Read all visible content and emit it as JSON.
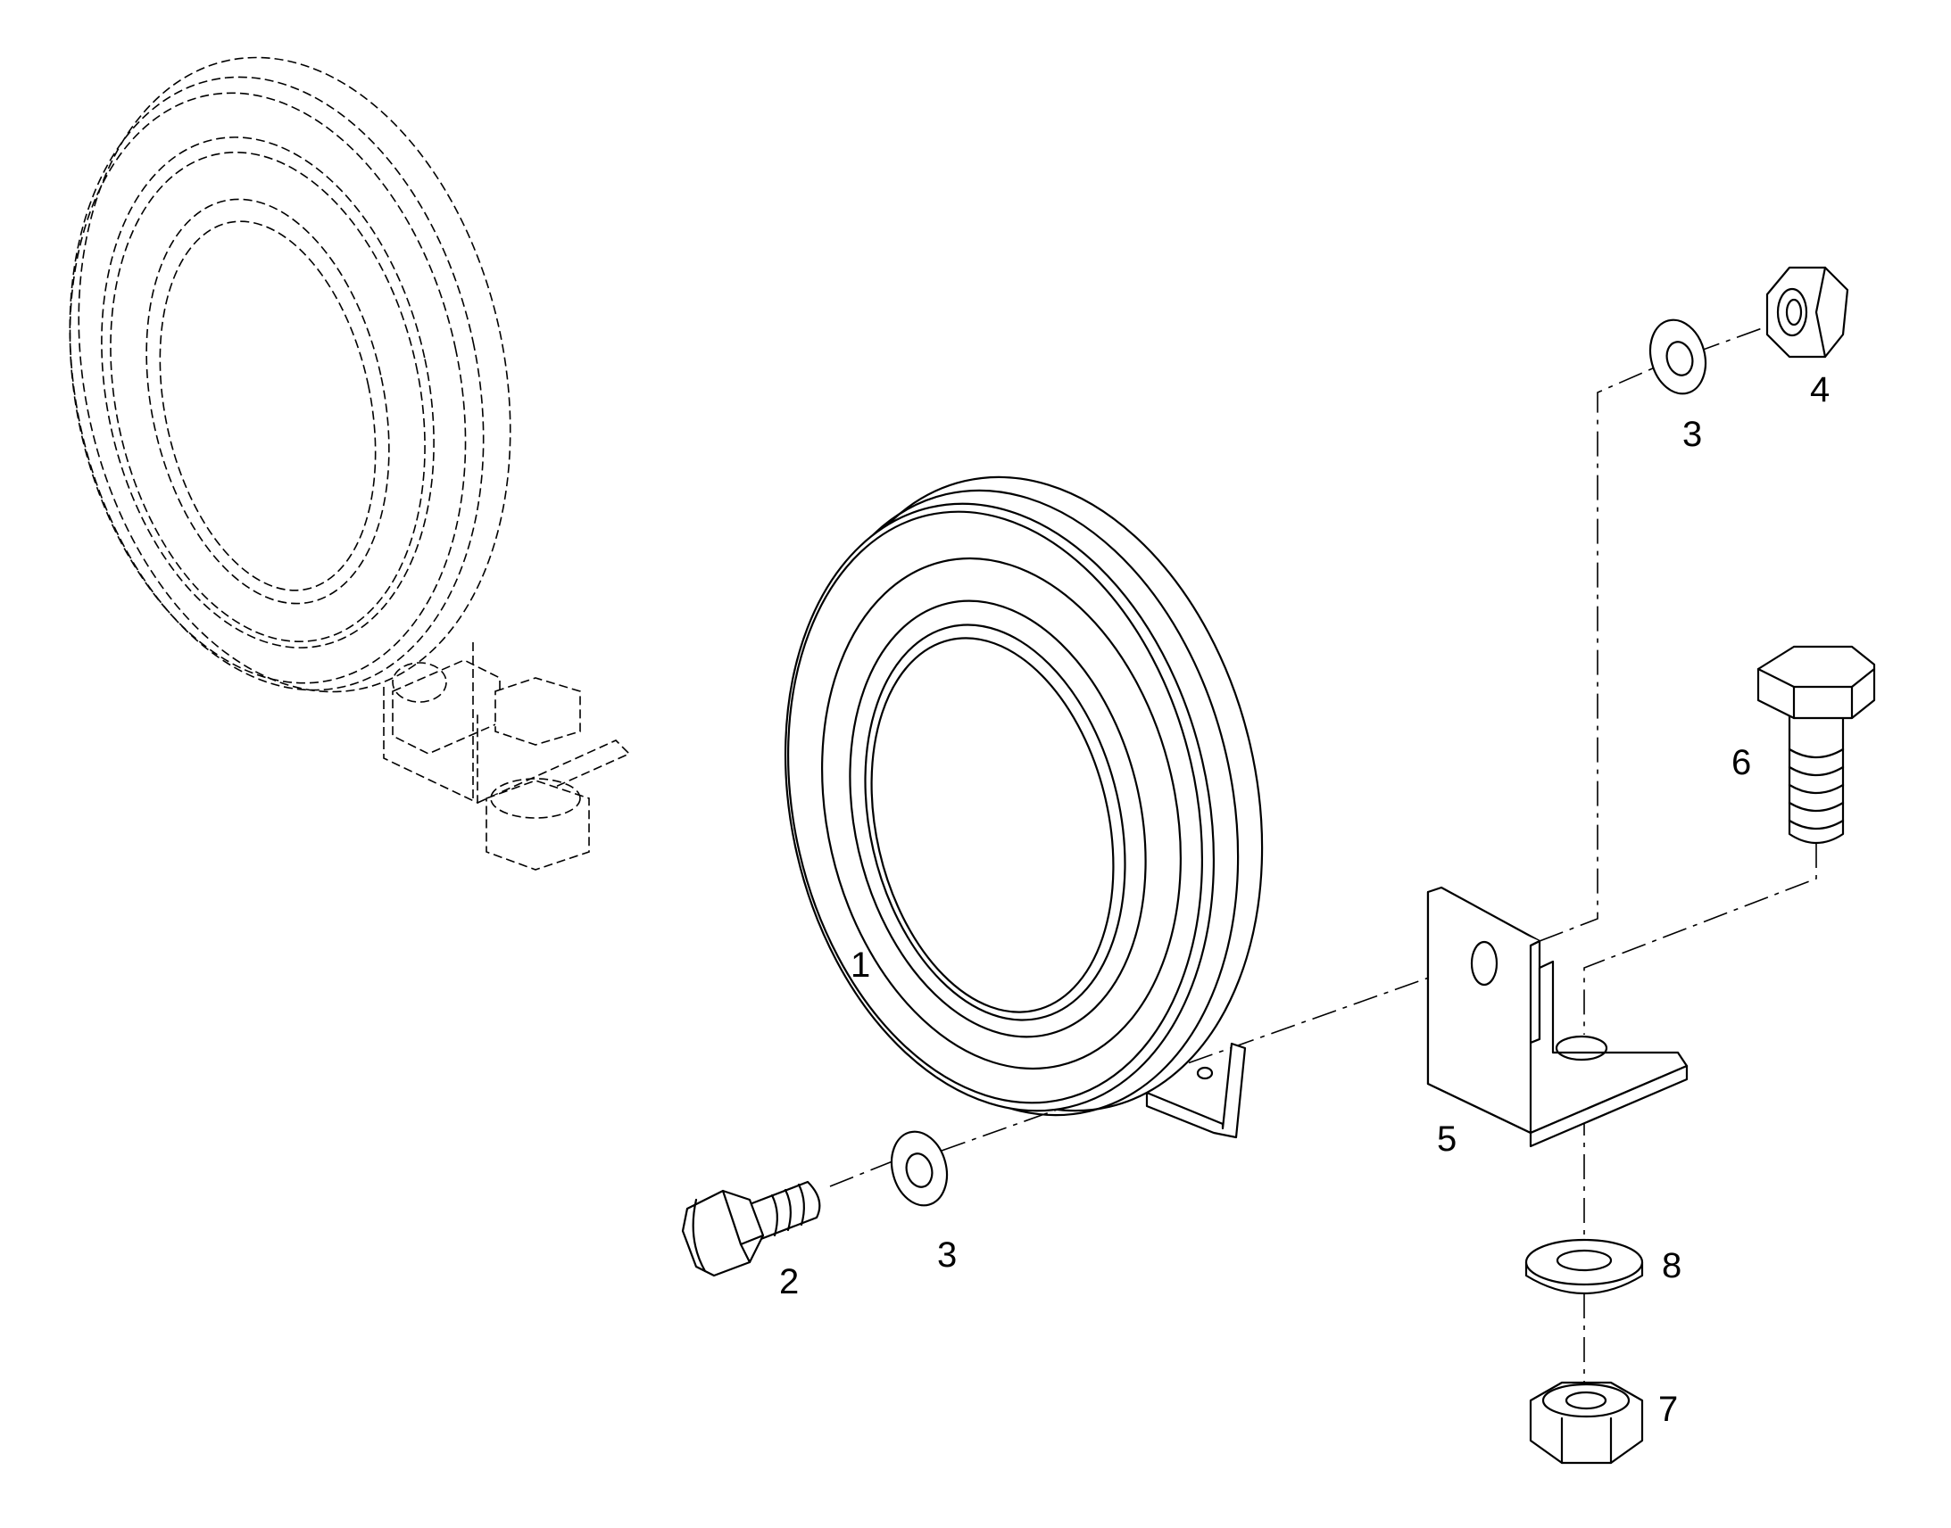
{
  "callouts": {
    "horn": "1",
    "bolt_small": "2",
    "washer_front": "3",
    "washer_top": "3",
    "nut_top": "4",
    "bracket": "5",
    "bolt_large": "6",
    "nut_bottom": "7",
    "washer_bottom": "8"
  }
}
